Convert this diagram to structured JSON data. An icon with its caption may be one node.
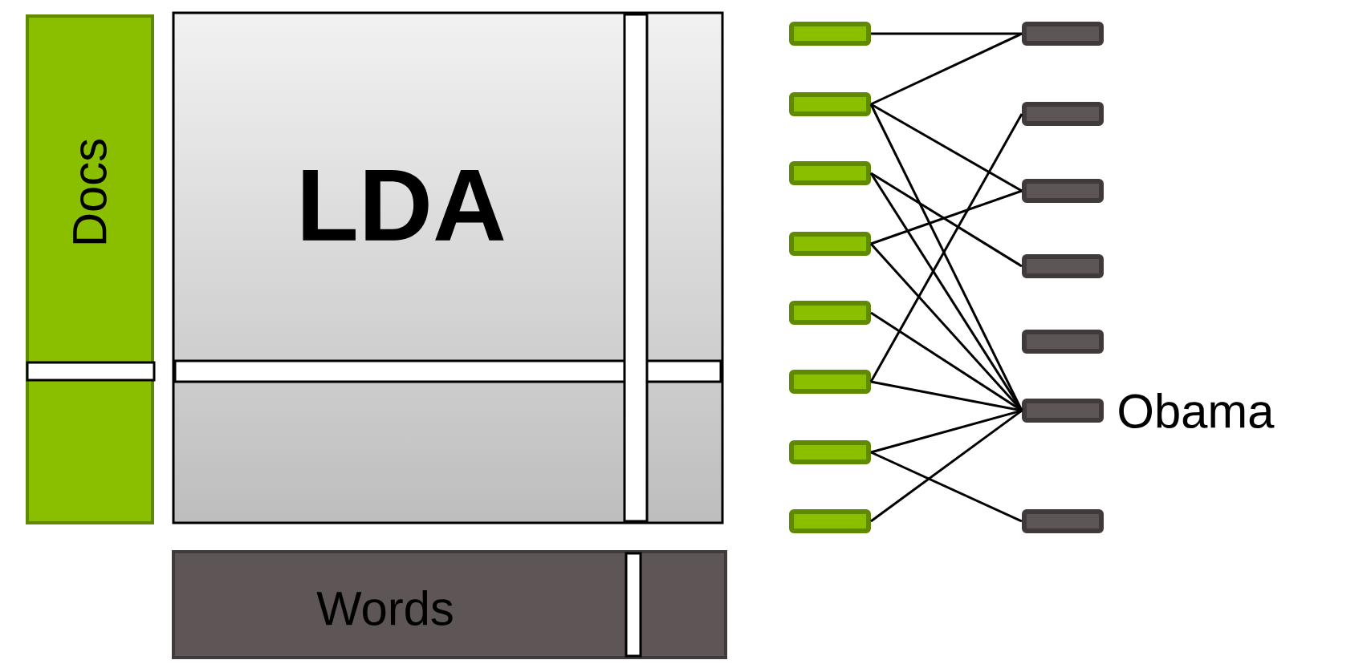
{
  "diagram": {
    "nodes": [
      {
        "text": [
          "Docs"
        ]
      },
      {
        "text": [
          "LDA"
        ]
      },
      {
        "text": [
          "Words"
        ]
      },
      {
        "text": [],
        "shape": "box"
      },
      {
        "text": [],
        "shape": "box"
      },
      {
        "text": [],
        "shape": "box"
      },
      {
        "text": [],
        "shape": "box"
      },
      {
        "text": [],
        "shape": "box"
      },
      {
        "text": [],
        "shape": "box"
      },
      {
        "text": [],
        "shape": "box"
      },
      {
        "text": [],
        "shape": "box"
      },
      {
        "text": [],
        "shape": "box"
      },
      {
        "text": [],
        "shape": "box"
      },
      {
        "text": [],
        "shape": "box"
      },
      {
        "text": [],
        "shape": "box"
      },
      {
        "text": [],
        "shape": "box"
      },
      {
        "text": [],
        "shape": "box",
        "beside": [
          "Obama"
        ]
      },
      {
        "text": [],
        "shape": "box"
      }
    ],
    "edges": [
      {
        "from": 3,
        "to": 11,
        "arrow": "none"
      },
      {
        "from": 4,
        "to": 11,
        "arrow": "none"
      },
      {
        "from": 4,
        "to": 13,
        "arrow": "none"
      },
      {
        "from": 4,
        "to": 16,
        "arrow": "none"
      },
      {
        "from": 5,
        "to": 14,
        "arrow": "none"
      },
      {
        "from": 5,
        "to": 16,
        "arrow": "none"
      },
      {
        "from": 6,
        "to": 13,
        "arrow": "none"
      },
      {
        "from": 6,
        "to": 16,
        "arrow": "none"
      },
      {
        "from": 7,
        "to": 16,
        "arrow": "none"
      },
      {
        "from": 8,
        "to": 12,
        "arrow": "none"
      },
      {
        "from": 8,
        "to": 16,
        "arrow": "none"
      },
      {
        "from": 9,
        "to": 16,
        "arrow": "none"
      },
      {
        "from": 9,
        "to": 17,
        "arrow": "none"
      },
      {
        "from": 10,
        "to": 16,
        "arrow": "none"
      }
    ]
  }
}
